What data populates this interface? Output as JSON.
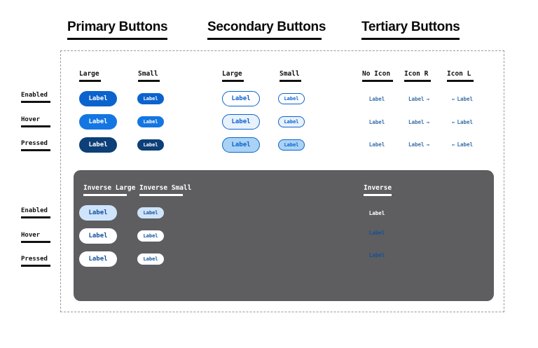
{
  "headings": [
    {
      "id": "primary",
      "label": "Primary Buttons"
    },
    {
      "id": "secondary",
      "label": "Secondary Buttons"
    },
    {
      "id": "tertiary",
      "label": "Tertiary Buttons"
    }
  ],
  "states": {
    "light": [
      "Enabled",
      "Hover",
      "Pressed"
    ],
    "inverse": [
      "Enabled",
      "Hover",
      "Pressed"
    ]
  },
  "columns": {
    "primary": [
      "Large",
      "Small"
    ],
    "secondary": [
      "Large",
      "Small"
    ],
    "tertiary": [
      "No Icon",
      "Icon R",
      "Icon L"
    ],
    "inverse": [
      "Inverse Large",
      "Inverse Small",
      "Inverse"
    ]
  },
  "label": "Label",
  "icons": {
    "arrow_right": "→",
    "arrow_left": "←"
  },
  "buttons": {
    "primary_large": [
      "Label",
      "Label",
      "Label"
    ],
    "primary_small": [
      "Label",
      "Label",
      "Label"
    ],
    "secondary_large": [
      "Label",
      "Label",
      "Label"
    ],
    "secondary_small": [
      "Label",
      "Label",
      "Label"
    ],
    "tertiary_noicon": [
      "Label",
      "Label",
      "Label"
    ],
    "tertiary_iconr": [
      "Label",
      "Label",
      "Label"
    ],
    "tertiary_iconl": [
      "Label",
      "Label",
      "Label"
    ],
    "inverse_large": [
      "Label",
      "Label",
      "Label"
    ],
    "inverse_small": [
      "Label",
      "Label",
      "Label"
    ],
    "inverse_tertiary": [
      "Label",
      "Label",
      "Label"
    ]
  },
  "colors": {
    "primary_enabled": "#0b63ce",
    "primary_hover": "#1476e2",
    "primary_pressed": "#0d3f78",
    "secondary_border": "#0b63ce",
    "secondary_hover_fill": "#e8f1fc",
    "secondary_pressed_fill": "#a9d2f4",
    "tertiary_text": "#3b6fa8",
    "tertiary_hover_fill": "#e4effb",
    "tertiary_pressed_fill": "#b6d7f7",
    "panel_background": "#5e5e60",
    "inverse_enabled_fill": "#cfe4fb",
    "inverse_hover_fill": "#ffffff",
    "inverse_tertiary_hover_fill": "#82b9f2",
    "inverse_tertiary_pressed_fill": "#dbe9fa",
    "frame_border": "#9a9a9a",
    "heading_text": "#0a0a0a"
  }
}
